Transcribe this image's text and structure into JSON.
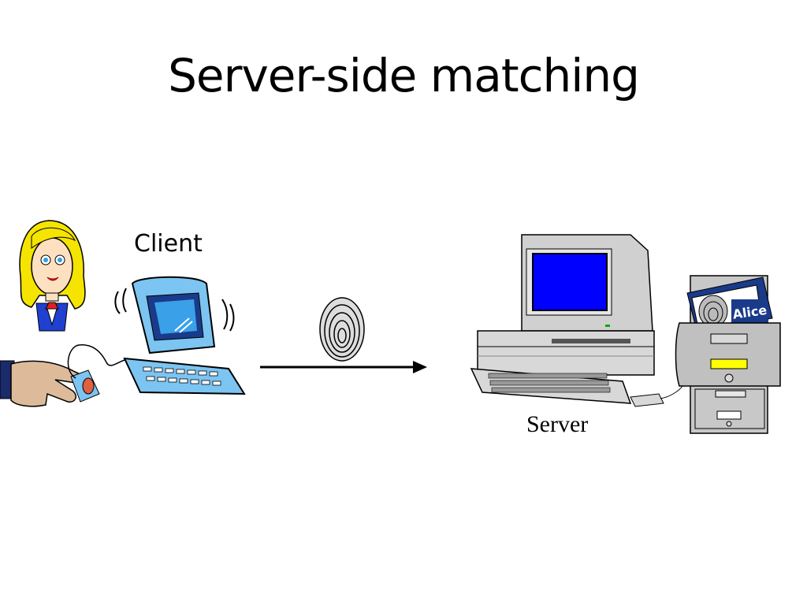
{
  "slide": {
    "title": "Server-side matching"
  },
  "labels": {
    "client": "Client",
    "server": "Server",
    "file_card_name": "Alice"
  },
  "icons": [
    "woman-icon",
    "hand-fingerprint-scanner-icon",
    "client-computer-icon",
    "fingerprint-icon",
    "arrow-icon",
    "server-computer-icon",
    "filing-cabinet-icon"
  ],
  "colors": {
    "monitor_screen": "#0000ff",
    "client_computer": "#7cc4f2",
    "hair": "#f5e400",
    "drawer_label": "#ffff00"
  }
}
